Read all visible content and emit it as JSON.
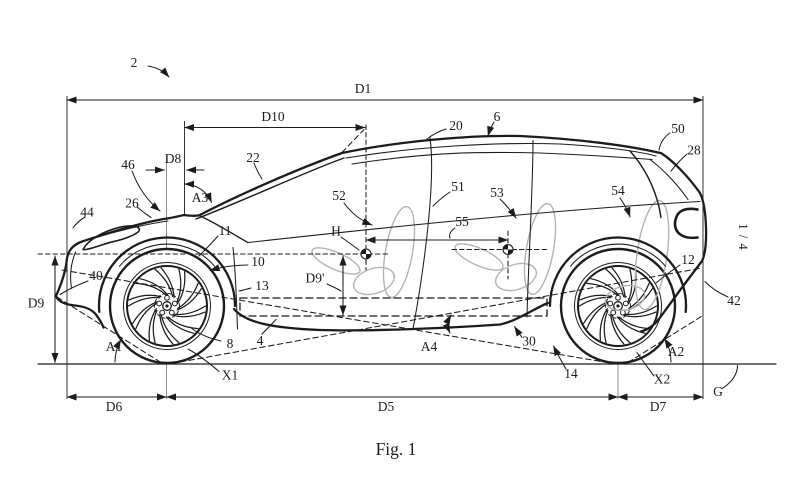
{
  "colors": {
    "ink": "#1c1c1c",
    "seat_gray": "#b3b3b3",
    "guide_gray": "#8c8c8c"
  },
  "figure": {
    "caption": "Fig. 1",
    "sheet_marker": "1 / 4"
  },
  "labels": {
    "ref2": "2",
    "d1": "D1",
    "d10": "D10",
    "d8": "D8",
    "ref46": "46",
    "ref26": "26",
    "ref44": "44",
    "ref22": "22",
    "a3": "A3",
    "ref20": "20",
    "ref6": "6",
    "ref50": "50",
    "ref28": "28",
    "ref51": "51",
    "ref52": "52",
    "ref53": "53",
    "ref54": "54",
    "ref55": "55",
    "h": "H",
    "d9": "D9",
    "d9p": "D9'",
    "ref11": "11",
    "ref10": "10",
    "ref13": "13",
    "ref40": "40",
    "a1": "A1",
    "ref8": "8",
    "ref4": "4",
    "x1": "X1",
    "d6": "D6",
    "d5": "D5",
    "d7": "D7",
    "ref30": "30",
    "a4": "A4",
    "ref14": "14",
    "ref12": "12",
    "ref42": "42",
    "a2": "A2",
    "x2": "X2",
    "g": "G"
  }
}
